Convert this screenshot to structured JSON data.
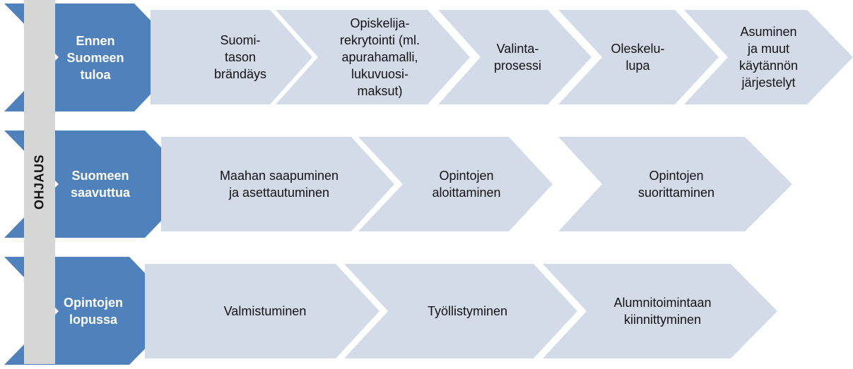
{
  "colors": {
    "phase_blue": "#4f81bd",
    "step_light": "#d3dbe8",
    "ohjaus_bar": "#d6d6d6",
    "phase_text": "#ffffff",
    "step_text": "#111111"
  },
  "ohjaus": {
    "label": "OHJAUS"
  },
  "rows": [
    {
      "phase": "Ennen\nSuomeen\ntuloa",
      "steps": [
        "Suomi-\ntason\nbrändäys",
        "Opiskelija-\nrekrytointi (ml.\napurahamalli,\nlukuvuosi-\nmaksut)",
        "Valinta-\nprosessi",
        "Oleskelu-\nlupa",
        "Asuminen\nja muut\nkäytännön\njärjestelyt"
      ]
    },
    {
      "phase": "Suomeen\nsaavuttua",
      "steps": [
        "Maahan saapuminen\nja asettautuminen",
        "Opintojen\naloittaminen",
        "Opintojen\nsuorittaminen"
      ]
    },
    {
      "phase": "Opintojen\nlopussa",
      "steps": [
        "Valmistuminen",
        "Työllistyminen",
        "Alumnitoimintaan\nkiinnittyminen"
      ]
    }
  ]
}
